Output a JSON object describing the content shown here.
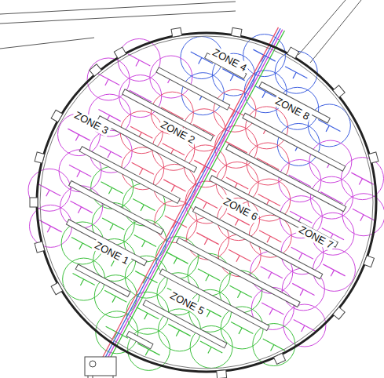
{
  "diagram": {
    "labels": [
      "ZONE 4",
      "ZONE 3",
      "ZONE 8",
      "ZONE 2",
      "ZONE 6",
      "ZONE 1",
      "ZONE 7",
      "ZONE 5"
    ]
  }
}
